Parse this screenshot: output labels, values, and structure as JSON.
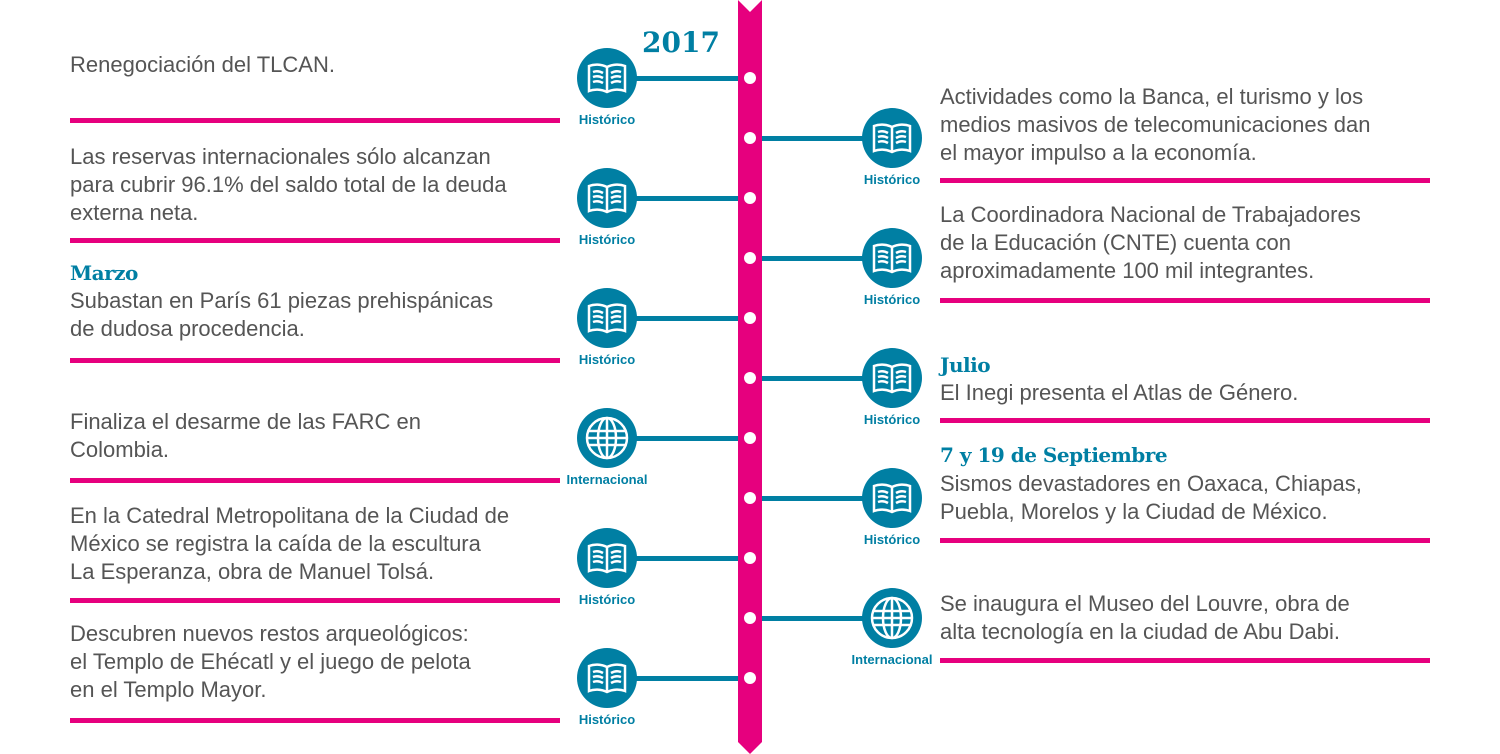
{
  "year": "2017",
  "colors": {
    "accent": "#e6007e",
    "teal": "#007fa3",
    "text": "#555555"
  },
  "left": [
    {
      "heading": null,
      "lines": [
        "Renegociación del TLCAN."
      ],
      "category": "Histórico",
      "icon": "book-icon"
    },
    {
      "heading": null,
      "lines": [
        "Las reservas internacionales sólo alcanzan",
        "para cubrir 96.1% del saldo total de la deuda",
        "externa neta."
      ],
      "category": "Histórico",
      "icon": "book-icon"
    },
    {
      "heading": "Marzo",
      "lines": [
        "Subastan en París 61 piezas prehispánicas",
        "de dudosa procedencia."
      ],
      "category": "Histórico",
      "icon": "book-icon"
    },
    {
      "heading": null,
      "lines": [
        "Finaliza el desarme de las FARC en",
        "Colombia."
      ],
      "category": "Internacional",
      "icon": "globe-icon"
    },
    {
      "heading": null,
      "lines": [
        "En la Catedral Metropolitana de la Ciudad de",
        "México se registra la caída de la escultura",
        "La Esperanza, obra de Manuel Tolsá."
      ],
      "category": "Histórico",
      "icon": "book-icon"
    },
    {
      "heading": null,
      "lines": [
        "Descubren nuevos restos arqueológicos:",
        "el Templo de Ehécatl y el juego de pelota",
        "en el Templo Mayor."
      ],
      "category": "Histórico",
      "icon": "book-icon"
    }
  ],
  "right": [
    {
      "heading": null,
      "lines": [
        "Actividades como la Banca, el turismo y los",
        "medios masivos de telecomunicaciones dan",
        "el mayor impulso a la economía."
      ],
      "category": "Histórico",
      "icon": "book-icon"
    },
    {
      "heading": null,
      "lines": [
        "La Coordinadora Nacional de Trabajadores",
        "de la Educación (CNTE) cuenta con",
        "aproximadamente 100 mil integrantes."
      ],
      "category": "Histórico",
      "icon": "book-icon"
    },
    {
      "heading": "Julio",
      "lines": [
        "El Inegi presenta el Atlas de Género."
      ],
      "category": "Histórico",
      "icon": "book-icon"
    },
    {
      "heading": "7 y 19 de Septiembre",
      "lines": [
        "Sismos devastadores en Oaxaca, Chiapas,",
        "Puebla, Morelos y la Ciudad de México."
      ],
      "category": "Histórico",
      "icon": "book-icon"
    },
    {
      "heading": null,
      "lines": [
        "Se inaugura el Museo del Louvre, obra de",
        "alta tecnología en la ciudad de Abu Dabi."
      ],
      "category": "Internacional",
      "icon": "globe-icon"
    }
  ]
}
